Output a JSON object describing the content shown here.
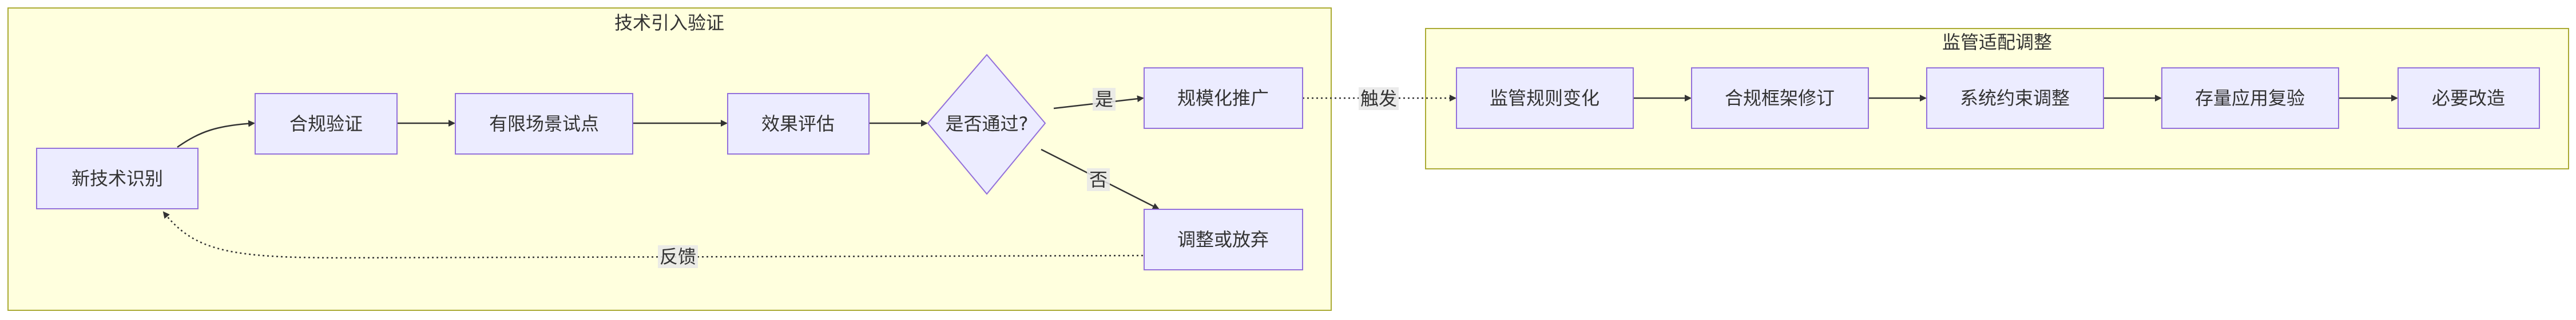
{
  "clusters": {
    "tech": {
      "title": "技术引入验证"
    },
    "reg": {
      "title": "监管适配调整"
    }
  },
  "nodes": {
    "new_tech": "新技术识别",
    "compliance": "合规验证",
    "pilot": "有限场景试点",
    "evaluate": "效果评估",
    "decision": "是否通过?",
    "scale": "规模化推广",
    "adjust": "调整或放弃",
    "reg_change": "监管规则变化",
    "framework": "合规框架修订",
    "constraint": "系统约束调整",
    "review": "存量应用复验",
    "rectify": "必要改造"
  },
  "edge_labels": {
    "yes": "是",
    "no": "否",
    "feedback": "反馈",
    "trigger": "触发"
  }
}
